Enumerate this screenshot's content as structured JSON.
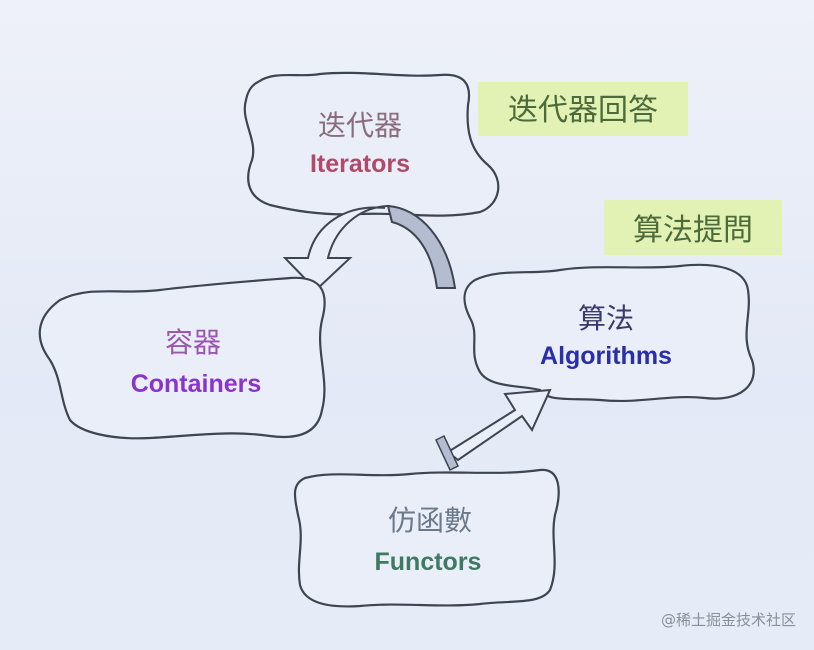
{
  "nodes": {
    "iterators": {
      "zh": "迭代器",
      "en": "Iterators",
      "color": "#b04a68"
    },
    "containers": {
      "zh": "容器",
      "en": "Containers",
      "color": "#8a34d0"
    },
    "algorithms": {
      "zh": "算法",
      "en": "Algorithms",
      "color": "#2a2ea8"
    },
    "functors": {
      "zh": "仿函數",
      "en": "Functors",
      "color": "#3e7a62"
    }
  },
  "tags": {
    "iterator_answer": "迭代器回答",
    "algorithm_question": "算法提問",
    "tag_bg": "#e2f2b4"
  },
  "watermark": "@稀土掘金技术社区"
}
